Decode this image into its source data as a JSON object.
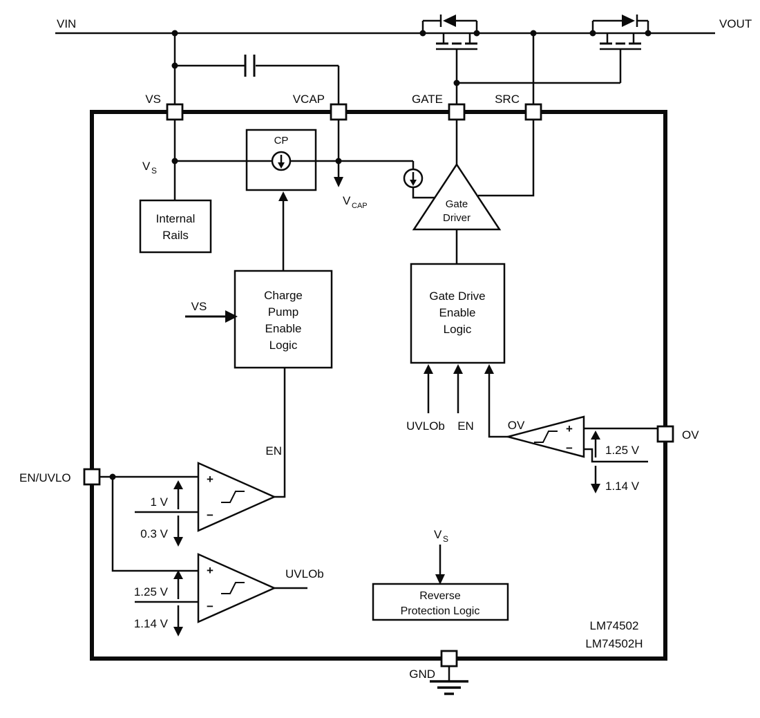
{
  "part": {
    "line1": "LM74502",
    "line2": "LM74502H"
  },
  "rails": {
    "vin": "VIN",
    "vout": "VOUT"
  },
  "pins": {
    "vs": "VS",
    "vcap": "VCAP",
    "gate": "GATE",
    "src": "SRC",
    "ov": "OV",
    "en_uvlo": "EN/UVLO",
    "gnd": "GND"
  },
  "blocks": {
    "internal_rails": {
      "line1": "Internal",
      "line2": "Rails"
    },
    "charge_pump": {
      "label": "CP"
    },
    "charge_pump_enable": {
      "line1": "Charge",
      "line2": "Pump",
      "line3": "Enable",
      "line4": "Logic"
    },
    "gate_driver": {
      "line1": "Gate",
      "line2": "Driver"
    },
    "gate_drive_enable": {
      "line1": "Gate Drive",
      "line2": "Enable",
      "line3": "Logic"
    },
    "reverse_protection": {
      "line1": "Reverse",
      "line2": "Protection Logic"
    }
  },
  "signals": {
    "v": "V",
    "s": "S",
    "cap": "CAP",
    "vs": "VS",
    "en": "EN",
    "uvlob": "UVLOb",
    "ov": "OV"
  },
  "comparators": {
    "plus": "+",
    "minus": "−"
  },
  "thresholds": {
    "en_rise": "1 V",
    "en_fall": "0.3 V",
    "uvlo_rise": "1.25 V",
    "uvlo_fall": "1.14 V",
    "ov_rise": "1.25 V",
    "ov_fall": "1.14 V"
  }
}
